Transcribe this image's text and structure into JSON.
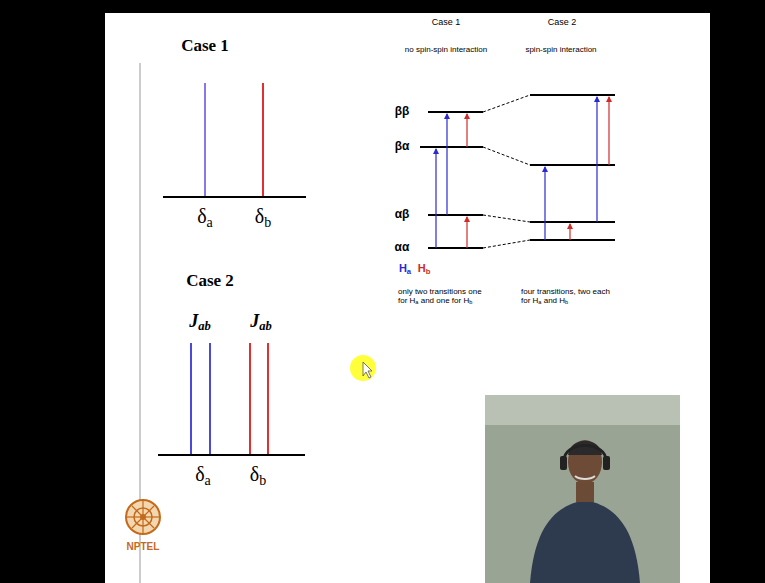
{
  "diagram": {
    "labels": [
      "Case 1",
      "Case 1",
      "Case 2",
      "no spin-spin interaction",
      "spin-spin interaction",
      "ββ",
      "βα",
      "αβ",
      "αα",
      "δa",
      "δb",
      "Ha",
      "Hb",
      "only two transitions one for Ha and one for Hb",
      "four transitions, two each for Ha and Hb",
      "Case 2",
      "Jab",
      "Jab",
      "δa",
      "δb",
      "NPTEL"
    ]
  }
}
